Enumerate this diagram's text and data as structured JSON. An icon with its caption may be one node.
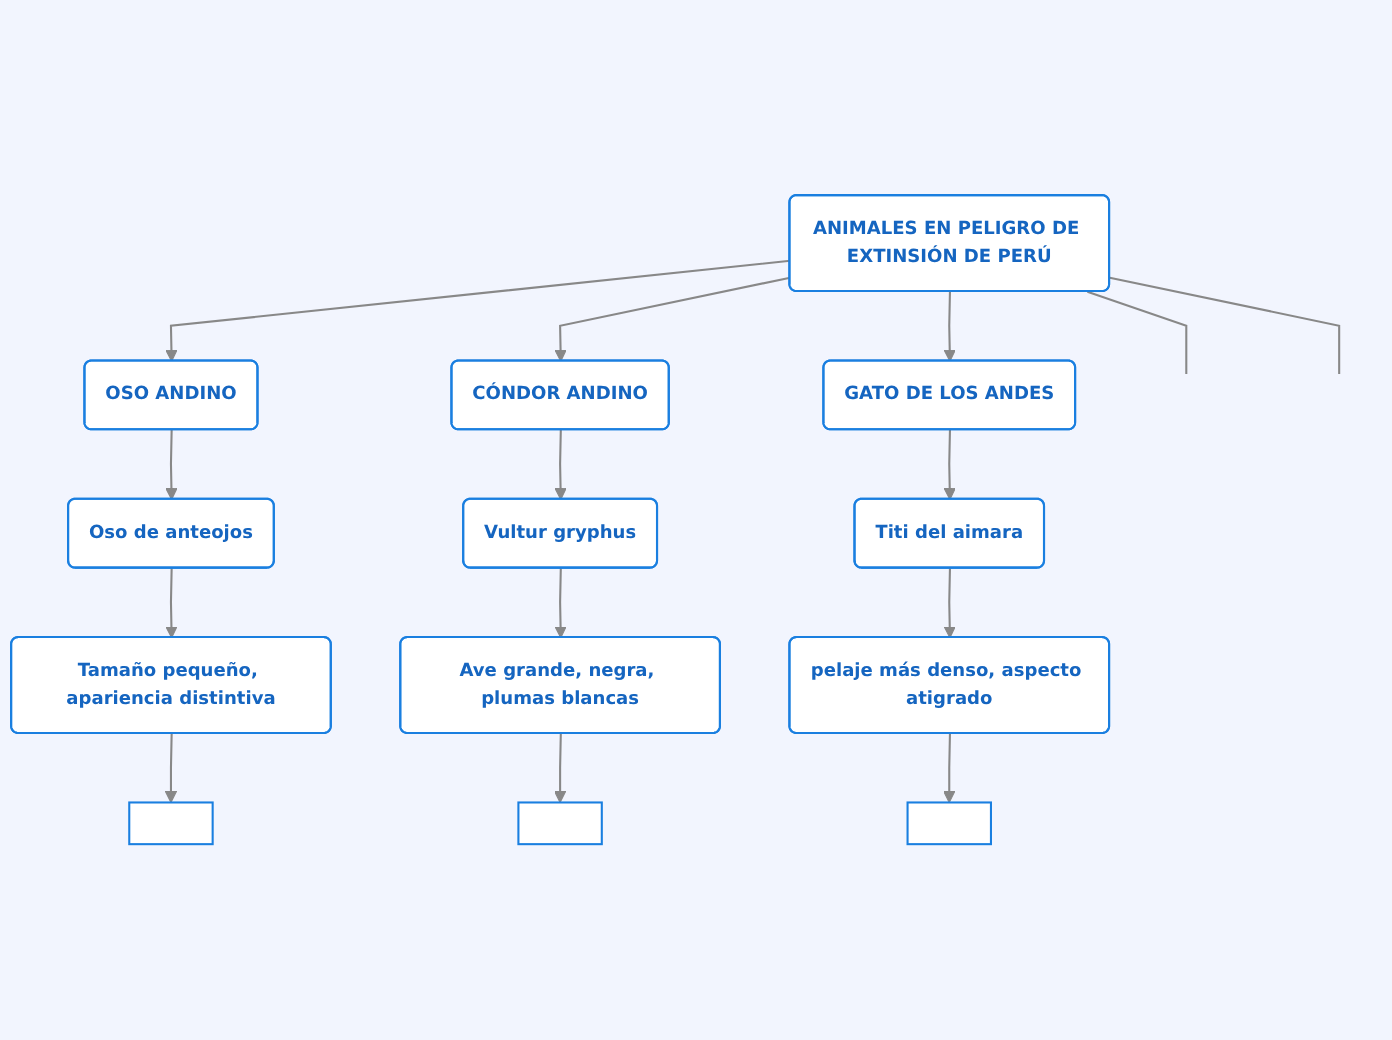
{
  "diagram": {
    "nodes": [
      {
        "text": [
          "ANIMALES EN PELIGRO DE EXTINSIÓN DE PERÚ"
        ]
      },
      {
        "text": [
          "OSO ANDINO"
        ]
      },
      {
        "text": [
          "CÓNDOR ANDINO"
        ]
      },
      {
        "text": [
          "GATO DE LOS ANDES"
        ]
      },
      {
        "text": [
          "Oso de anteojos"
        ]
      },
      {
        "text": [
          "Vultur gryphus"
        ]
      },
      {
        "text": [
          "Titi del aimara"
        ]
      },
      {
        "text": [
          "Tamaño pequeño, apariencia distintiva"
        ]
      },
      {
        "text": [
          "Ave grande, negra, plumas blancas"
        ]
      },
      {
        "text": [
          "pelaje más denso, aspecto atigrado"
        ]
      },
      {
        "text": [],
        "shape": "box"
      },
      {
        "text": [],
        "shape": "box"
      },
      {
        "text": [],
        "shape": "box"
      }
    ],
    "edges": [
      {
        "from": 0,
        "to": 1,
        "arrow": "to"
      },
      {
        "from": 0,
        "to": 2,
        "arrow": "to"
      },
      {
        "from": 0,
        "to": 3,
        "arrow": "to"
      },
      {
        "from": 0,
        "to": null,
        "arrow": "none"
      },
      {
        "from": 0,
        "to": null,
        "arrow": "none"
      },
      {
        "from": 1,
        "to": 4,
        "arrow": "to"
      },
      {
        "from": 2,
        "to": 5,
        "arrow": "to"
      },
      {
        "from": 3,
        "to": 6,
        "arrow": "to"
      },
      {
        "from": 4,
        "to": 7,
        "arrow": "to"
      },
      {
        "from": 5,
        "to": 8,
        "arrow": "to"
      },
      {
        "from": 6,
        "to": 9,
        "arrow": "to"
      },
      {
        "from": 7,
        "to": 10,
        "arrow": "to"
      },
      {
        "from": 8,
        "to": 11,
        "arrow": "to"
      },
      {
        "from": 9,
        "to": 12,
        "arrow": "to"
      }
    ]
  }
}
